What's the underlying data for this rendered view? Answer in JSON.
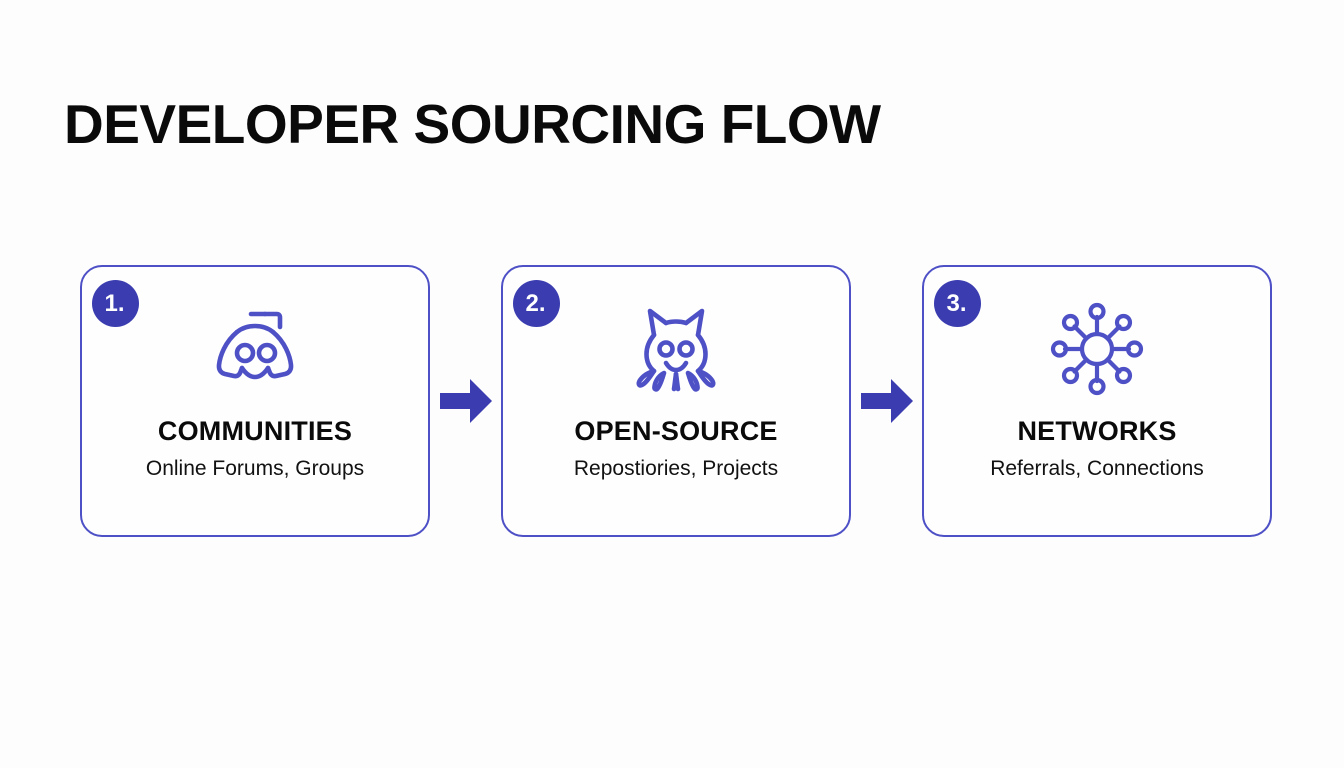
{
  "page": {
    "title": "DEVELOPER SOURCING FLOW",
    "background_color": "#fdfdfd",
    "accent_color": "#4e50c6",
    "badge_color": "#3a3cb0",
    "title_color": "#0a0a0a"
  },
  "flow": {
    "steps": [
      {
        "badge": "1.",
        "heading": "COMMUNITIES",
        "subtitle": "Online Forums, Groups",
        "icon": "discord-robot-icon"
      },
      {
        "badge": "2.",
        "heading": "OPEN-SOURCE",
        "subtitle": "Repostiories, Projects",
        "icon": "github-octocat-icon"
      },
      {
        "badge": "3.",
        "heading": "NETWORKS",
        "subtitle": "Referrals, Connections",
        "icon": "network-hub-icon"
      }
    ],
    "connectors": [
      {
        "icon": "arrow-right-icon"
      },
      {
        "icon": "arrow-right-icon"
      }
    ]
  }
}
